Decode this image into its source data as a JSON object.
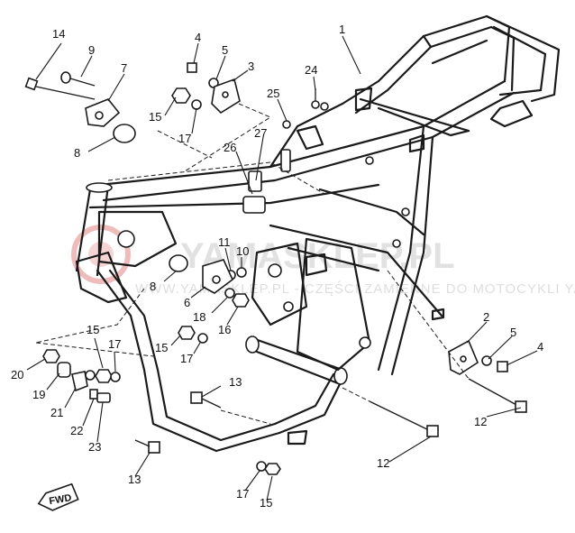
{
  "watermark": {
    "main": "YAMASKLEP.PL",
    "sub": "WWW.YAMASKLEP.PL - CZĘŚCI ZAMIENNE DO MOTOCYKLI YAMAHA",
    "color": "#c9c9c9",
    "logo_color": "#e8a0a0"
  },
  "direction_marker": "FWD",
  "callouts": [
    {
      "id": "1",
      "label": "1"
    },
    {
      "id": "2",
      "label": "2"
    },
    {
      "id": "3",
      "label": "3"
    },
    {
      "id": "4a",
      "label": "4"
    },
    {
      "id": "4b",
      "label": "4"
    },
    {
      "id": "5a",
      "label": "5"
    },
    {
      "id": "5b",
      "label": "5"
    },
    {
      "id": "6",
      "label": "6"
    },
    {
      "id": "7",
      "label": "7"
    },
    {
      "id": "8a",
      "label": "8"
    },
    {
      "id": "8b",
      "label": "8"
    },
    {
      "id": "9",
      "label": "9"
    },
    {
      "id": "10",
      "label": "10"
    },
    {
      "id": "11",
      "label": "11"
    },
    {
      "id": "12a",
      "label": "12"
    },
    {
      "id": "12b",
      "label": "12"
    },
    {
      "id": "13a",
      "label": "13"
    },
    {
      "id": "13b",
      "label": "13"
    },
    {
      "id": "14",
      "label": "14"
    },
    {
      "id": "15a",
      "label": "15"
    },
    {
      "id": "15b",
      "label": "15"
    },
    {
      "id": "15c",
      "label": "15"
    },
    {
      "id": "15d",
      "label": "15"
    },
    {
      "id": "16",
      "label": "16"
    },
    {
      "id": "17a",
      "label": "17"
    },
    {
      "id": "17b",
      "label": "17"
    },
    {
      "id": "17c",
      "label": "17"
    },
    {
      "id": "17d",
      "label": "17"
    },
    {
      "id": "18",
      "label": "18"
    },
    {
      "id": "19",
      "label": "19"
    },
    {
      "id": "20",
      "label": "20"
    },
    {
      "id": "21",
      "label": "21"
    },
    {
      "id": "22",
      "label": "22"
    },
    {
      "id": "23",
      "label": "23"
    },
    {
      "id": "24",
      "label": "24"
    },
    {
      "id": "25",
      "label": "25"
    },
    {
      "id": "26",
      "label": "26"
    },
    {
      "id": "27",
      "label": "27"
    }
  ]
}
